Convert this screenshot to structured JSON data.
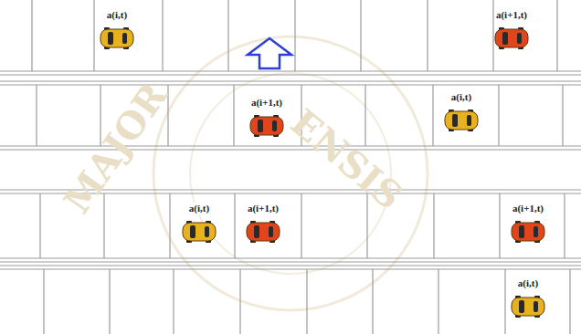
{
  "diagram": {
    "nodes": [
      {
        "text": [
          "a(i,t)"
        ]
      },
      {
        "text": [
          "a(i+1,t)"
        ]
      },
      {
        "text": [
          "a(i+1,t)"
        ]
      },
      {
        "text": [
          "a(i,t)"
        ]
      },
      {
        "text": [
          "a(i,t)"
        ]
      },
      {
        "text": [
          "a(i+1,t)"
        ]
      },
      {
        "text": [
          "a(i+1,t)"
        ]
      },
      {
        "text": [
          "a(i,t)"
        ]
      }
    ],
    "labels": [
      "MAJOR",
      "ENSIS"
    ]
  }
}
